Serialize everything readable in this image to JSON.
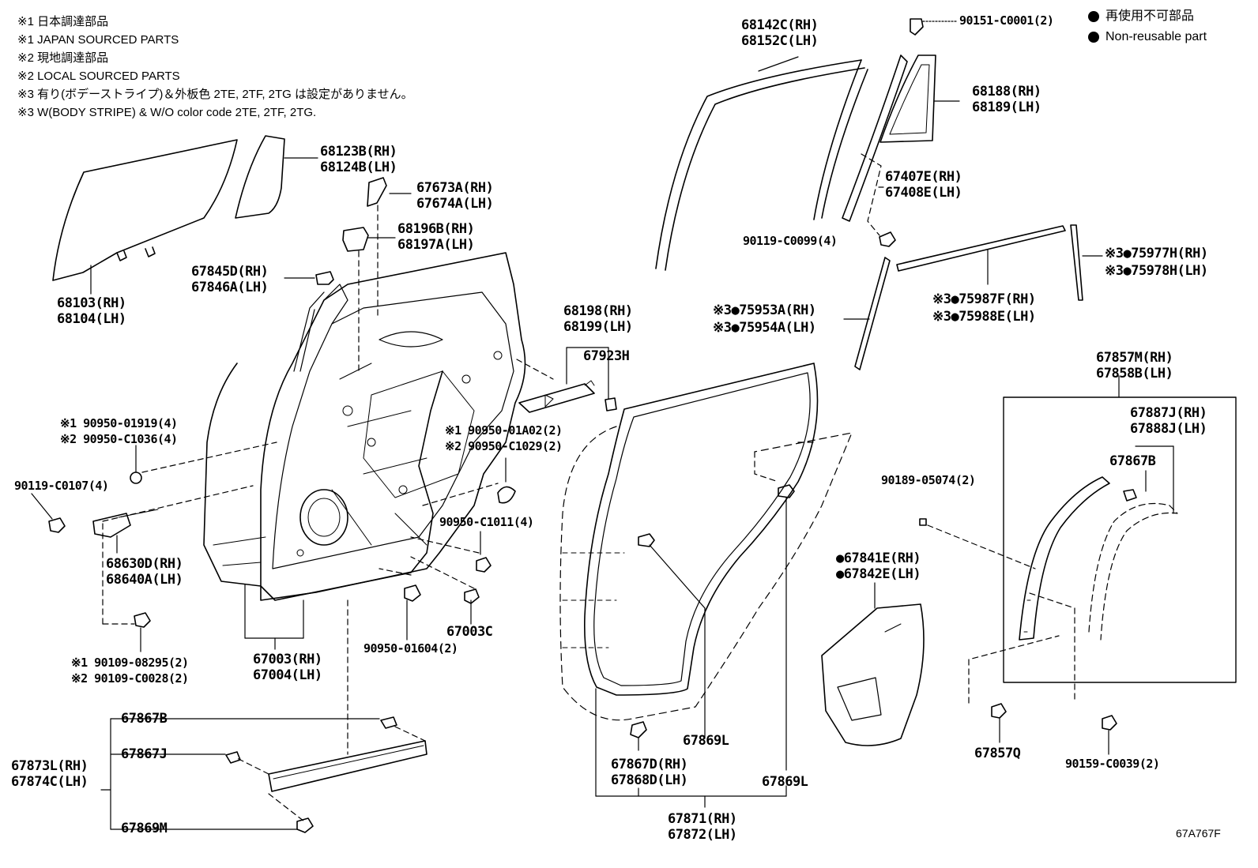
{
  "notes": [
    "※1 日本調達部品",
    "※1 JAPAN SOURCED PARTS",
    "※2 現地調達部品",
    "※2 LOCAL SOURCED PARTS",
    "※3 有り(ボデーストライプ)＆外板色 2TE, 2TF, 2TG は設定がありません。",
    "※3 W(BODY STRIPE) & W/O color code 2TE, 2TF, 2TG."
  ],
  "legend": {
    "jp": "再使用不可部品",
    "en": "Non-reusable part"
  },
  "labels": {
    "p68142": [
      "68142C(RH)",
      "68152C(LH)"
    ],
    "p90151": "90151-C0001(2)",
    "p68188": [
      "68188(RH)",
      "68189(LH)"
    ],
    "p67407": [
      "67407E(RH)",
      "67408E(LH)"
    ],
    "p90119a": "90119-C0099(4)",
    "p75977": [
      "※3●75977H(RH)",
      "※3●75978H(LH)"
    ],
    "p75987": [
      "※3●75987F(RH)",
      "※3●75988E(LH)"
    ],
    "p75953": [
      "※3●75953A(RH)",
      "※3●75954A(LH)"
    ],
    "p68123": [
      "68123B(RH)",
      "68124B(LH)"
    ],
    "p67673": [
      "67673A(RH)",
      "67674A(LH)"
    ],
    "p68196": [
      "68196B(RH)",
      "68197A(LH)"
    ],
    "p67845": [
      "67845D(RH)",
      "67846A(LH)"
    ],
    "p68103": [
      "68103(RH)",
      "68104(LH)"
    ],
    "p68198": [
      "68198(RH)",
      "68199(LH)"
    ],
    "p67923": "67923H",
    "p67857": [
      "67857M(RH)",
      "67858B(LH)"
    ],
    "p67887": [
      "67887J(RH)",
      "67888J(LH)"
    ],
    "p67867b_right": "67867B",
    "p90950_01919": [
      "※1 90950-01919(4)",
      "※2 90950-C1036(4)"
    ],
    "p90950_01a02": [
      "※1 90950-01A02(2)",
      "※2 90950-C1029(2)"
    ],
    "p90119b": "90119-C0107(4)",
    "p90950_c1011": "90950-C1011(4)",
    "p90189": "90189-05074(2)",
    "p68630": [
      "68630D(RH)",
      "68640A(LH)"
    ],
    "p67841": [
      "●67841E(RH)",
      "●67842E(LH)"
    ],
    "p67003c": "67003C",
    "p90950_01604": "90950-01604(2)",
    "p67003": [
      "67003(RH)",
      "67004(LH)"
    ],
    "p90109": [
      "※1 90109-08295(2)",
      "※2 90109-C0028(2)"
    ],
    "p67867b_left": "67867B",
    "p67867j": "67867J",
    "p67873": [
      "67873L(RH)",
      "67874C(LH)"
    ],
    "p67869m": "67869M",
    "p67869l_a": "67869L",
    "p67867d": [
      "67867D(RH)",
      "67868D(LH)"
    ],
    "p67869l_b": "67869L",
    "p67871": [
      "67871(RH)",
      "67872(LH)"
    ],
    "p67857q": "67857Q",
    "p90159": "90159-C0039(2)"
  },
  "diagram_code": "67A767F"
}
